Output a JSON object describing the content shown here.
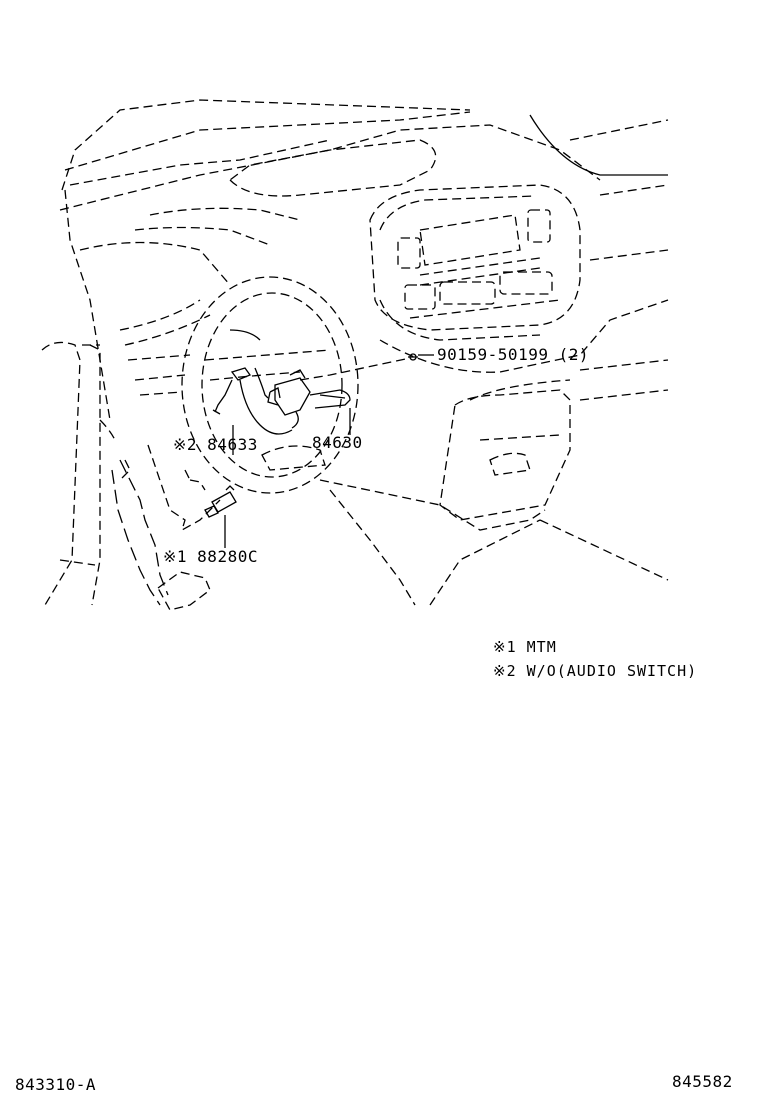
{
  "callouts": {
    "bolt": "90159-50199 (2)",
    "switch_84633": "※2 84633",
    "switch_84630": "84630",
    "switch_88280c": "※1 88280C"
  },
  "legend": [
    "※1  MTM",
    "※2  W/O(AUDIO  SWITCH)"
  ],
  "footer": {
    "left_code": "843310-A",
    "right_code": "845582"
  }
}
